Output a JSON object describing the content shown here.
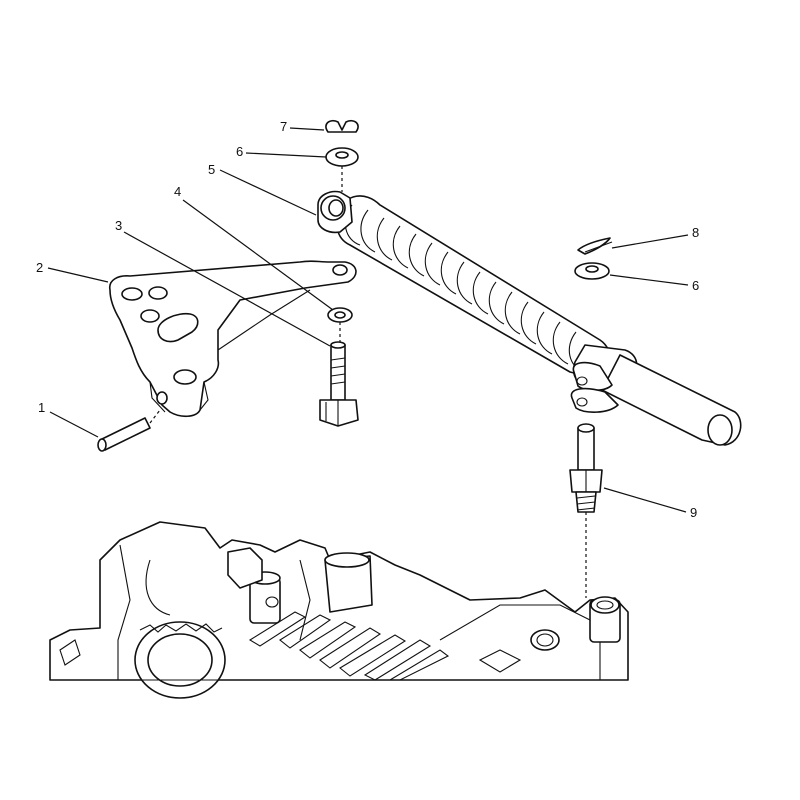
{
  "callouts": [
    {
      "id": "1",
      "label": "1",
      "part": "roll-pin"
    },
    {
      "id": "2",
      "label": "2",
      "part": "bracket"
    },
    {
      "id": "3",
      "label": "3",
      "part": "stud"
    },
    {
      "id": "4",
      "label": "4",
      "part": "washer"
    },
    {
      "id": "5",
      "label": "5",
      "part": "spring-cylinder"
    },
    {
      "id": "6a",
      "label": "6",
      "part": "washer"
    },
    {
      "id": "6b",
      "label": "6",
      "part": "washer"
    },
    {
      "id": "7",
      "label": "7",
      "part": "e-clip"
    },
    {
      "id": "8",
      "label": "8",
      "part": "cotter-pin"
    },
    {
      "id": "9",
      "label": "9",
      "part": "ball-stud"
    }
  ],
  "colors": {
    "line": "#111111",
    "background": "#ffffff"
  }
}
